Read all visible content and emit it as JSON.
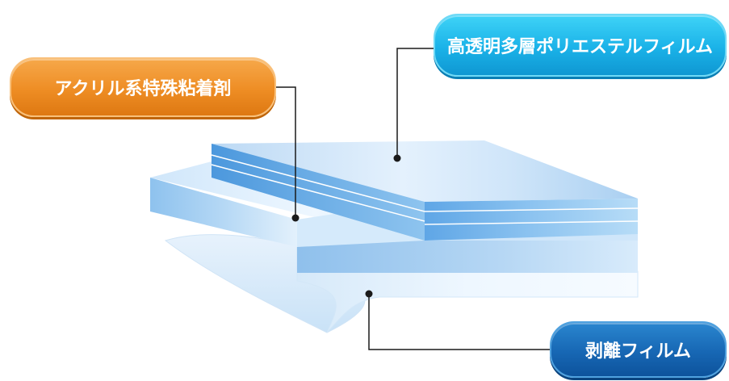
{
  "labels": {
    "pet_film": "高透明多層ポリエステルフィルム",
    "adhesive": "アクリル系特殊粘着剤",
    "release_film": "剥離フィルム"
  },
  "colors": {
    "pet_label": "#1ab2e8",
    "adhesive_label": "#ee8d24",
    "release_label": "#1767b4",
    "film_blue": "#9fcdf2",
    "leader_line": "#1a1a1a"
  }
}
